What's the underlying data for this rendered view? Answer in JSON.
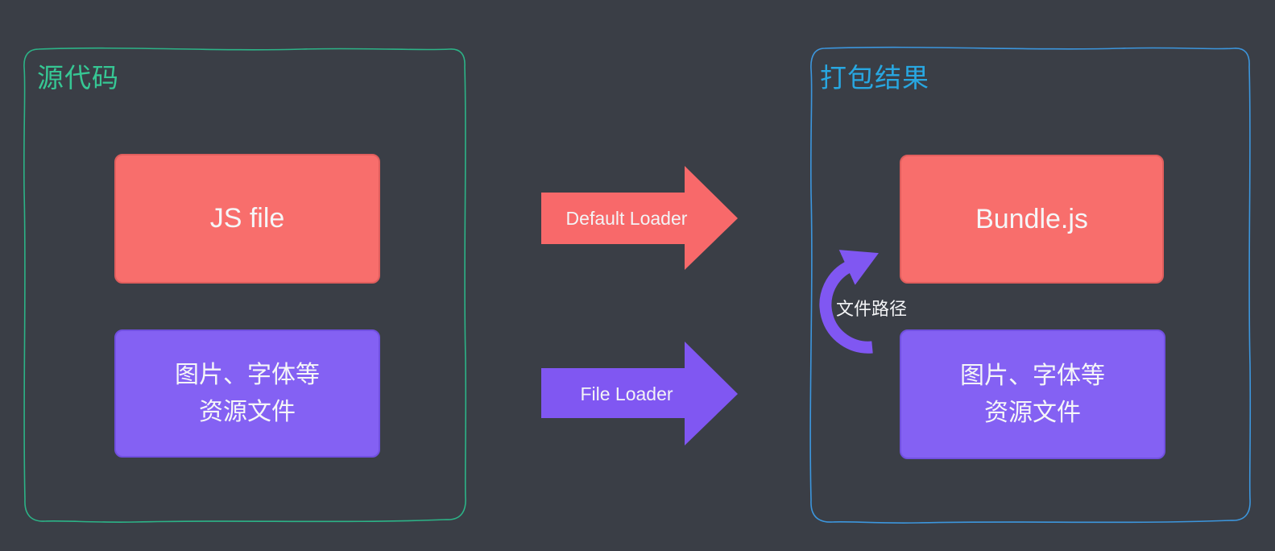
{
  "colors": {
    "background": "#3a3e46",
    "red_box": "#f86e6c",
    "purple_box": "#8461f3",
    "red_arrow": "#f8696a",
    "purple_arrow": "#8057f2",
    "source_border": "#2cb387",
    "source_title": "#36c794",
    "output_border": "#3c96dd",
    "output_title": "#28a7e1",
    "text_light": "#f5f6f8"
  },
  "source_group": {
    "title": "源代码",
    "js_file_label": "JS file",
    "asset_line1": "图片、字体等",
    "asset_line2": "资源文件"
  },
  "arrows": {
    "default_loader_label": "Default Loader",
    "file_loader_label": "File Loader"
  },
  "output_group": {
    "title": "打包结果",
    "bundle_label": "Bundle.js",
    "asset_line1": "图片、字体等",
    "asset_line2": "资源文件",
    "file_path_label": "文件路径"
  }
}
